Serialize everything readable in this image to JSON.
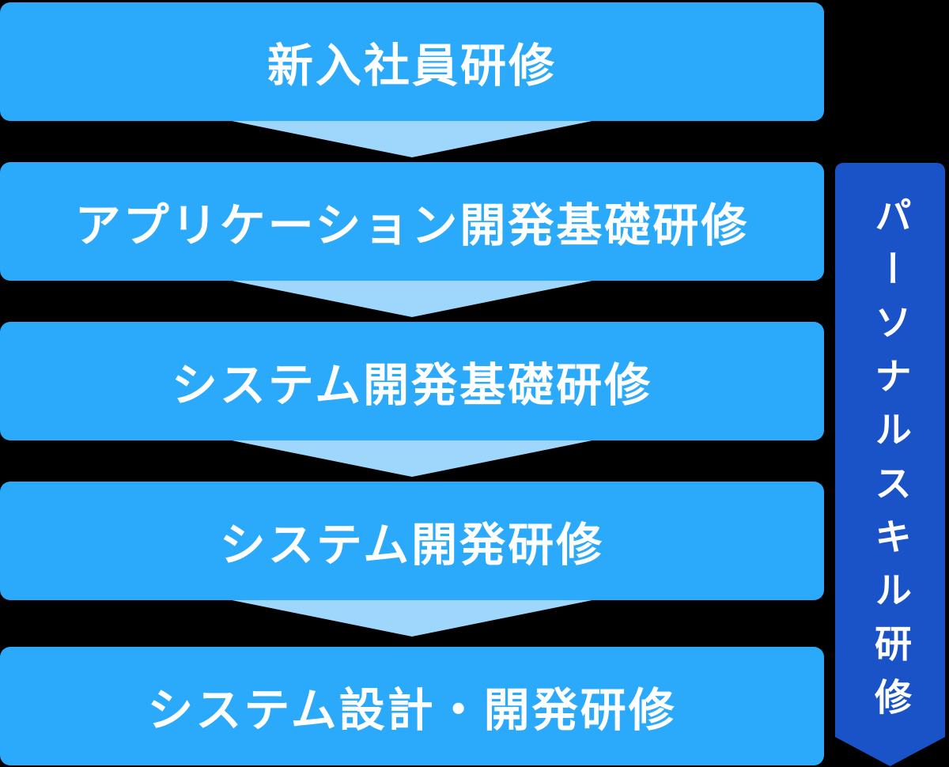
{
  "diagram": {
    "type": "training-flow",
    "steps": [
      {
        "label": "新入社員研修"
      },
      {
        "label": "アプリケーション開発基礎研修"
      },
      {
        "label": "システム開発基礎研修"
      },
      {
        "label": "システム開発研修"
      },
      {
        "label": "システム設計・開発研修"
      }
    ],
    "side_ribbon": {
      "label": "パーソナルスキル研修"
    },
    "colors": {
      "step_box": "#2baafb",
      "arrow": "#9ed7fb",
      "ribbon": "#1a53c8",
      "text": "#ffffff",
      "background": "#000000"
    }
  }
}
